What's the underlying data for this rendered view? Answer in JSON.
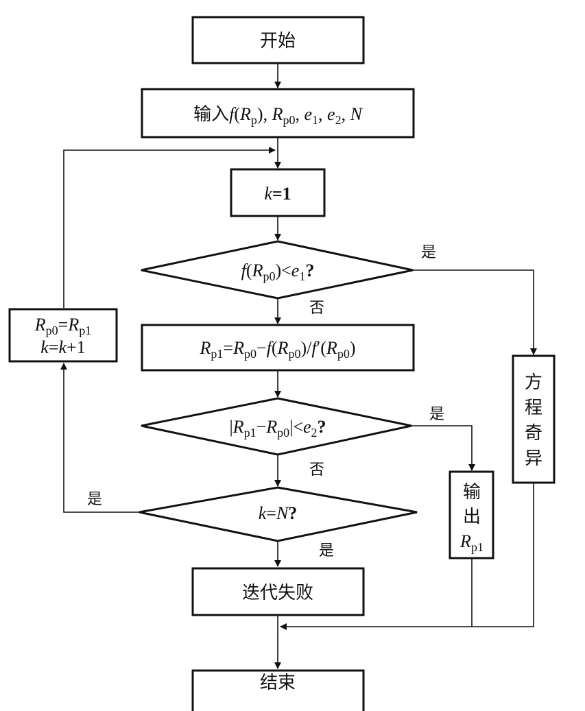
{
  "diagram": {
    "title": "Newton iteration flowchart",
    "nodes": {
      "start": {
        "text": "开始"
      },
      "input": {
        "prefix": "输入",
        "text": "f(Rp), Rp0, e1, e2, N"
      },
      "init_k": {
        "text": "k=1"
      },
      "check_f": {
        "text": "f(Rp0)<e1?"
      },
      "newton_step": {
        "text": "Rp1=Rp0−f(Rp0)/f′(Rp0)"
      },
      "check_conv": {
        "text": "|Rp1−Rp0|<e2?"
      },
      "check_k": {
        "text": "k=N?"
      },
      "update": {
        "line1": "Rp0=Rp1",
        "line2": "k=k+1"
      },
      "singular": {
        "chars": [
          "方",
          "程",
          "奇",
          "异"
        ]
      },
      "output": {
        "chars": [
          "输",
          "出"
        ],
        "var": "Rp1"
      },
      "fail": {
        "text": "迭代失败"
      },
      "end": {
        "text": "结束"
      }
    },
    "edge_labels": {
      "check_f_yes": "是",
      "check_f_no": "否",
      "check_conv_yes": "是",
      "check_conv_no": "否",
      "check_k_yes_left": "是",
      "check_k_yes_down": "是"
    }
  }
}
